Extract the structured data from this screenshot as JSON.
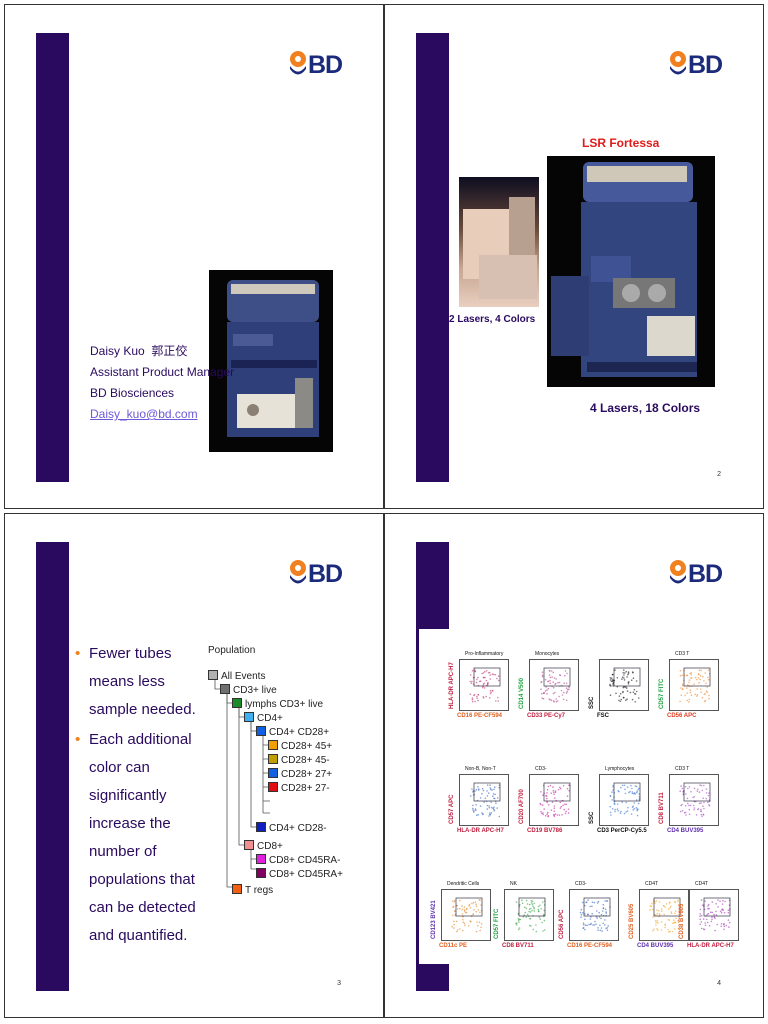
{
  "logo": {
    "text": "BD"
  },
  "slide1": {
    "name": "Daisy Kuo",
    "name_cn": "郭正佼",
    "role": "Assistant Product Manager",
    "org": "BD Biosciences",
    "email": "Daisy_kuo@bd.com"
  },
  "slide2": {
    "title": "LSR Fortessa",
    "caption_small": "2 Lasers, 4 Colors",
    "caption_big": "4 Lasers, 18 Colors",
    "page": "2"
  },
  "slide3": {
    "bullets": [
      "Fewer tubes means less sample needed.",
      "Each additional color can significantly increase the number of populations that can be detected and quantified."
    ],
    "tree_header": "Population",
    "tree": [
      {
        "label": "All Events",
        "color": "#b0b0b0"
      },
      {
        "label": "CD3+ live",
        "color": "#707070"
      },
      {
        "label": "lymphs CD3+ live",
        "color": "#1a8a2a"
      },
      {
        "label": "CD4+",
        "color": "#40b0f0"
      },
      {
        "label": "CD4+ CD28+",
        "color": "#1060e0"
      },
      {
        "label": "CD28+ 45+",
        "color": "#f0a000"
      },
      {
        "label": "CD28+ 45-",
        "color": "#c0a000"
      },
      {
        "label": "CD28+ 27+",
        "color": "#1060e0"
      },
      {
        "label": "CD28+ 27-",
        "color": "#e01010"
      },
      {
        "label": "CD4+ CD28-",
        "color": "#1020c0"
      },
      {
        "label": "CD8+",
        "color": "#f09090"
      },
      {
        "label": "CD8+ CD45RA-",
        "color": "#e020e0"
      },
      {
        "label": "CD8+ CD45RA+",
        "color": "#800060"
      },
      {
        "label": "T regs",
        "color": "#f06010"
      }
    ],
    "page": "3"
  },
  "slide4": {
    "panels": [
      {
        "title": "Pro-Inflammatory",
        "x": "CD16 PE-CF594",
        "y": "HLA-DR APC-H7",
        "xcolor": "#e06020",
        "ycolor": "#c02040"
      },
      {
        "title": "Monocytes",
        "x": "CD33 PE-Cy7",
        "y": "CD14 V500",
        "xcolor": "#c02040",
        "ycolor": "#20a040"
      },
      {
        "title": "",
        "x": "FSC",
        "y": "SSC",
        "xcolor": "#111111",
        "ycolor": "#111111"
      },
      {
        "title": "CD3 T",
        "x": "CD56 APC",
        "y": "CD57 FITC",
        "xcolor": "#e04020",
        "ycolor": "#20a040"
      },
      {
        "title": "Non-B, Non-T",
        "x": "HLA-DR APC-H7",
        "y": "CD57 APC",
        "xcolor": "#c02040",
        "ycolor": "#c02040"
      },
      {
        "title": "CD3-",
        "x": "CD19 BV786",
        "y": "CD20 AF700",
        "xcolor": "#c02040",
        "ycolor": "#c02040"
      },
      {
        "title": "Lymphocytes",
        "x": "CD3 PerCP-Cy5.5",
        "y": "SSC",
        "xcolor": "#111111",
        "ycolor": "#111111"
      },
      {
        "title": "CD3 T",
        "x": "CD4 BUV395",
        "y": "CD8 BV711",
        "xcolor": "#6030b0",
        "ycolor": "#c02040"
      },
      {
        "title": "Dendritic Cells",
        "x": "CD11c PE",
        "y": "CD123 BV421",
        "xcolor": "#e06020",
        "ycolor": "#6030b0"
      },
      {
        "title": "NK",
        "x": "CD8 BV711",
        "y": "CD57 FITC",
        "xcolor": "#c02040",
        "ycolor": "#20a040"
      },
      {
        "title": "CD3-",
        "x": "CD16 PE-CF594",
        "y": "CD56 APC",
        "xcolor": "#e06020",
        "ycolor": "#c02040"
      },
      {
        "title": "CD4T",
        "x": "CD4 BUV395",
        "y": "CD25 BV605",
        "xcolor": "#6030b0",
        "ycolor": "#e06020"
      },
      {
        "title": "CD4T",
        "x": "HLA-DR APC-H7",
        "y": "CD38 BV605",
        "xcolor": "#c02040",
        "ycolor": "#e06020"
      }
    ],
    "page": "4"
  }
}
